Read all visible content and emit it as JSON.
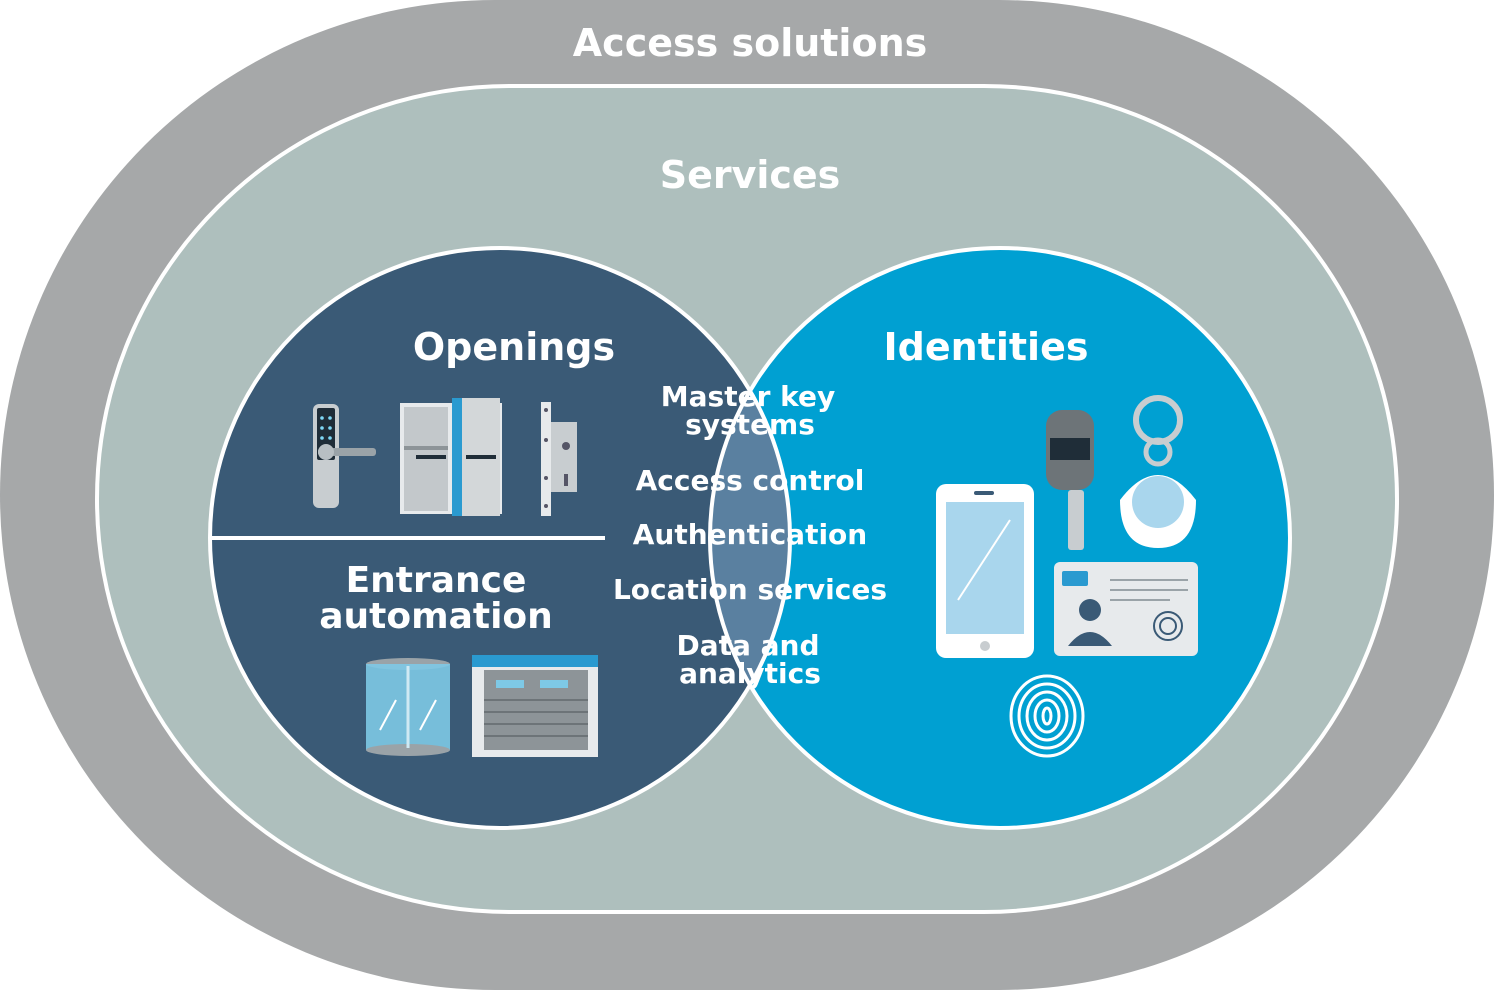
{
  "diagram": {
    "outer_ring_label": "Access solutions",
    "services_label": "Services",
    "openings": {
      "title": "Openings",
      "icons": [
        "smart-lock-icon",
        "double-door-icon",
        "mortise-lock-icon"
      ]
    },
    "entrance_automation": {
      "title_line1": "Entrance",
      "title_line2": "automation",
      "icons": [
        "revolving-door-icon",
        "roller-shutter-icon"
      ]
    },
    "identities": {
      "title": "Identities",
      "icons": [
        "smartphone-icon",
        "key-icon",
        "key-fob-icon",
        "id-card-icon",
        "fingerprint-icon"
      ]
    },
    "overlap": {
      "items": [
        "Master key systems",
        "Access control",
        "Authentication",
        "Location services",
        "Data and analytics"
      ],
      "lines": {
        "master_1": "Master key",
        "master_2": "systems",
        "access": "Access control",
        "auth": "Authentication",
        "location": "Location services",
        "data_1": "Data and",
        "data_2": "analytics"
      }
    },
    "colors": {
      "outer_ring": "#a6a8a9",
      "services": "#aebfbd",
      "openings": "#3a5a76",
      "identities": "#00a0d2",
      "overlap": "#5a80a0",
      "text": "#ffffff"
    }
  }
}
